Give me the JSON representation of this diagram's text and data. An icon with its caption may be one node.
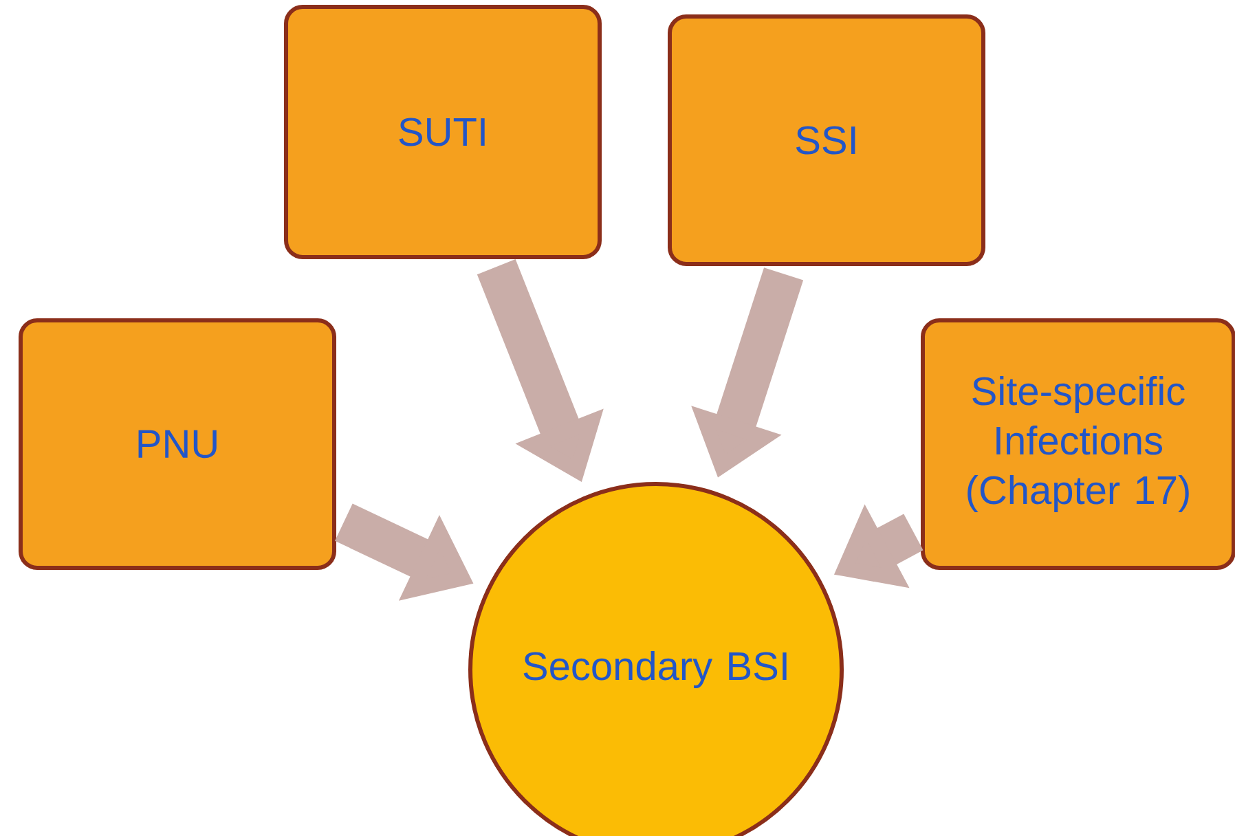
{
  "diagram": {
    "nodes": [
      {
        "text": [
          "SUTI"
        ]
      },
      {
        "text": [
          "SSI"
        ]
      },
      {
        "text": [
          "PNU"
        ]
      },
      {
        "text": [
          "Site-specific Infections (Chapter 17)"
        ]
      },
      {
        "text": [
          "Secondary BSI"
        ]
      }
    ],
    "edges": [
      {
        "from": 0,
        "to": 4,
        "arrow": "to"
      },
      {
        "from": 1,
        "to": 4,
        "arrow": "to"
      },
      {
        "from": 2,
        "to": 4,
        "arrow": "to"
      },
      {
        "from": 3,
        "to": 4,
        "arrow": "to"
      }
    ]
  }
}
